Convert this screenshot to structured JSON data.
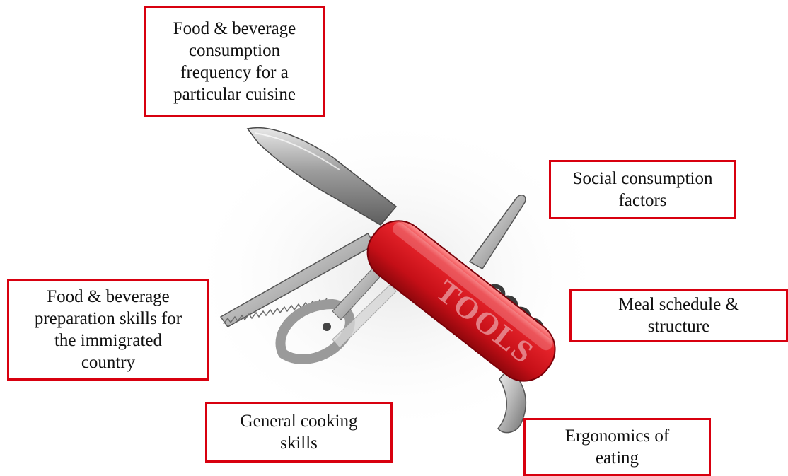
{
  "diagram": {
    "knife_label": "TOOLS",
    "colors": {
      "box_border": "#d8000f",
      "handle_red": "#d9141c",
      "blade_grey": "#a9a9a9"
    },
    "labels": {
      "food_frequency": "Food & beverage\nconsumption\nfrequency for a\nparticular cuisine",
      "social": "Social consumption\nfactors",
      "preparation": "Food & beverage\npreparation skills for\nthe immigrated\ncountry",
      "meal": "Meal schedule &\nstructure",
      "general": "General cooking\nskills",
      "ergonomics": "Ergonomics of\neating"
    }
  }
}
